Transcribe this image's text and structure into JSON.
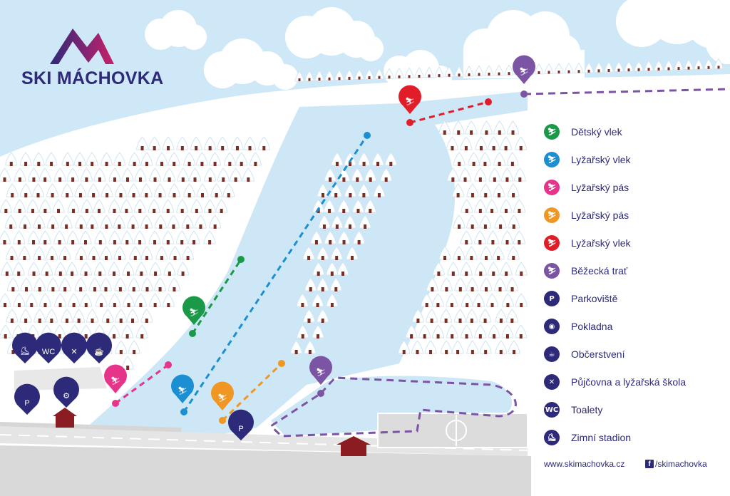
{
  "brand": {
    "name": "SKI MÁCHOVKA"
  },
  "colors": {
    "sky": "#cfe8f7",
    "snow": "#ffffff",
    "piste": "#cde7f6",
    "navy": "#2d2a7a",
    "green": "#1a9a48",
    "blue": "#1b8fd2",
    "pink": "#e6348b",
    "orange": "#ef9722",
    "red": "#e21d2a",
    "purple": "#7b54a3",
    "tree": "#7a2d22",
    "building": "#8b1d22"
  },
  "legend": [
    {
      "label": "Dětský vlek",
      "color": "#1a9a48",
      "icon": "ski-lift-icon"
    },
    {
      "label": "Lyžařský vlek",
      "color": "#1b8fd2",
      "icon": "ski-lift-icon"
    },
    {
      "label": "Lyžařský pás",
      "color": "#e6348b",
      "icon": "conveyor-belt-icon"
    },
    {
      "label": "Lyžařský pás",
      "color": "#ef9722",
      "icon": "conveyor-belt-icon"
    },
    {
      "label": "Lyžařský vlek",
      "color": "#e21d2a",
      "icon": "ski-lift-icon"
    },
    {
      "label": "Běžecká trať",
      "color": "#7b54a3",
      "icon": "cross-country-skier-icon"
    },
    {
      "label": "Parkoviště",
      "color": "#2d2a7a",
      "icon": "parking-icon",
      "glyph": "P"
    },
    {
      "label": "Pokladna",
      "color": "#2d2a7a",
      "icon": "ticket-office-icon"
    },
    {
      "label": "Občerstvení",
      "color": "#2d2a7a",
      "icon": "refreshment-cup-icon"
    },
    {
      "label": "Půjčovna a lyžařská škola",
      "color": "#2d2a7a",
      "icon": "ski-rental-icon"
    },
    {
      "label": "Toalety",
      "color": "#2d2a7a",
      "icon": "toilet-icon",
      "glyph": "WC"
    },
    {
      "label": "Zimní stadion",
      "color": "#2d2a7a",
      "icon": "skate-icon"
    }
  ],
  "footer": {
    "website": "www.skimachovka.cz",
    "facebook": "/skimachovka"
  },
  "map_pins": {
    "toilet": "WC",
    "parking": "P"
  }
}
